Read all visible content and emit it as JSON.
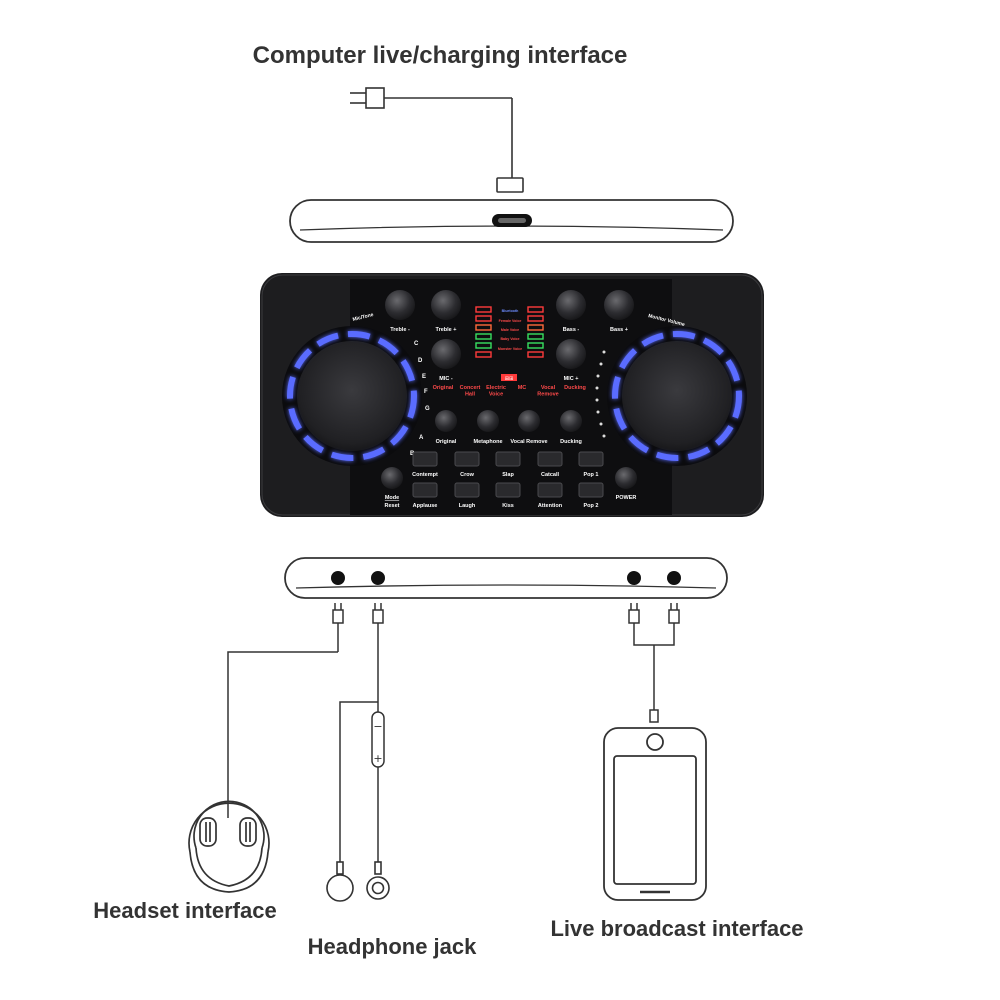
{
  "labels": {
    "computer": "Computer live/charging interface",
    "headset": "Headset interface",
    "headphone": "Headphone jack",
    "live": "Live broadcast interface"
  },
  "device": {
    "knob_labels": {
      "treble_minus": "Treble -",
      "treble_plus": "Treble +",
      "bass_minus": "Bass -",
      "bass_plus": "Bass +",
      "mic_minus": "MIC -",
      "mic_plus": "MIC +",
      "mic_tone": "Mic/Tone",
      "monitor_volume": "Monitor Volume"
    },
    "letters": [
      "C",
      "D",
      "E",
      "F",
      "G",
      "A",
      "B"
    ],
    "voice_list": [
      "Bluetooth",
      "Female Voice",
      "Male Voice",
      "Baby Voice",
      "Monster Voice"
    ],
    "display_badge": "⊞⊞",
    "effects": [
      "Original",
      "Concert Hall",
      "Electric Voice",
      "MC",
      "Vocal Remove",
      "Ducking"
    ],
    "effects_lines": [
      [
        "Original"
      ],
      [
        "Concert",
        "Hall"
      ],
      [
        "Electric",
        "Voice"
      ],
      [
        "MC"
      ],
      [
        "Vocal",
        "Remove"
      ],
      [
        "Ducking"
      ]
    ],
    "round_buttons": [
      "Original",
      "Metaphone",
      "Vocal Remove",
      "Ducking"
    ],
    "pad_row1": [
      "Contempt",
      "Crow",
      "Slap",
      "Catcall",
      "Pop 1"
    ],
    "pad_row2": [
      "Applause",
      "Laugh",
      "Kiss",
      "Attention",
      "Pop 2"
    ],
    "mode_reset": [
      "Mode",
      "Reset"
    ],
    "power": "POWER"
  },
  "colors": {
    "line": "#333333",
    "device_body": "#1d1d1f",
    "panel": "#101012",
    "ring_glow": "#5a6cff",
    "led_red": "#ff3b3b",
    "led_green": "#38e060"
  },
  "earphone_remote": [
    "−",
    "+"
  ]
}
